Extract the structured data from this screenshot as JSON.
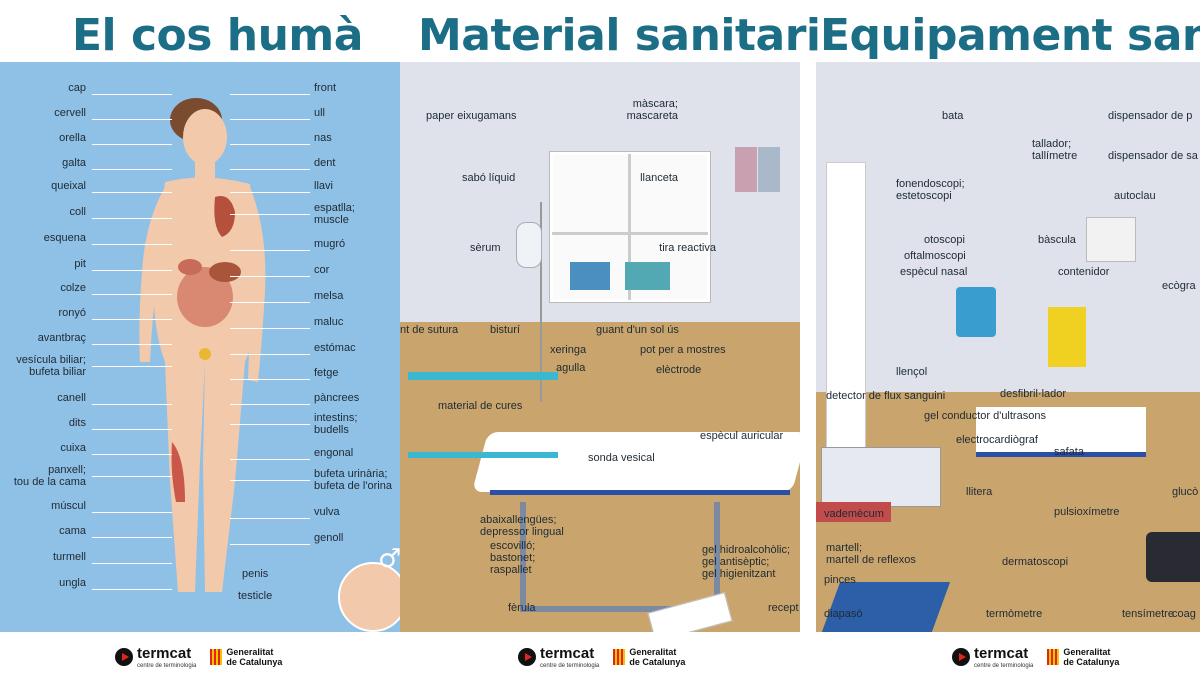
{
  "titles": {
    "body": "El cos humà",
    "material": "Material sanitari",
    "equipment": "Equipament sanit"
  },
  "body_left": [
    "cap",
    "cervell",
    "orella",
    "galta",
    "queixal",
    "coll",
    "esquena",
    "pit",
    "colze",
    "ronyó",
    "avantbraç",
    "vesícula biliar;\nbufeta biliar",
    "canell",
    "dits",
    "cuixa",
    "panxell;\ntou de la cama",
    "múscul",
    "cama",
    "turmell",
    "ungla"
  ],
  "body_right": [
    "front",
    "ull",
    "nas",
    "dent",
    "llavi",
    "espatlla;\nmuscle",
    "mugró",
    "cor",
    "melsa",
    "maluc",
    "estómac",
    "fetge",
    "pàncrees",
    "intestins;\nbudells",
    "engonal",
    "bufeta urinària;\nbufeta de l'orina",
    "vulva",
    "genoll"
  ],
  "body_extra": [
    "penis",
    "testicle"
  ],
  "material": {
    "paper": "paper eixugamans",
    "mascara": "màscara;\nmascareta",
    "sabo": "sabó líquid",
    "llanceta": "llanceta",
    "serum": "sèrum",
    "tira": "tira reactiva",
    "guant": "guant d'un sol ús",
    "sutura": "nt de sutura",
    "bisturi": "bisturí",
    "xeringa": "xeringa",
    "pot": "pot per a mostres",
    "agulla": "agulla",
    "electrode": "elèctrode",
    "cures": "material de cures",
    "especul_aur": "espècul auricular",
    "sonda": "sonda vesical",
    "abaix": "abaixallengües;\ndepressor lingual",
    "escovillo": "escovilló;\nbastonet;\nraspallet",
    "gel": "gel hidroalcohòlic;\ngel antisèptic;\ngel higienitzant",
    "ferula": "fèrula",
    "recept": "recept"
  },
  "equip": {
    "bata": "bata",
    "dispensador1": "dispensador de p",
    "tallador": "tallador;\ntallímetre",
    "dispensador2": "dispensador de sa",
    "fonendo": "fonendoscopi;\nestetoscopi",
    "autoclau": "autoclau",
    "otoscopi": "otoscopi",
    "oftal": "oftalmoscopi",
    "especul_nas": "espècul nasal",
    "bascula": "bàscula",
    "contenidor": "contenidor",
    "ecograf": "ecògra",
    "llencol": "llençol",
    "detector": "detector de flux sanguini",
    "desfib": "desfibril·lador",
    "gelcond": "gel conductor d'ultrasons",
    "electrocard": "electrocardiògraf",
    "safata": "safata",
    "llitera": "llitera",
    "glucom": "glucò",
    "vademecum": "vademècum",
    "pulsio": "pulsioxímetre",
    "martell": "martell;\nmartell de reflexos",
    "dermato": "dermatoscopi",
    "pinces": "pinces",
    "diapaso": "diapasó",
    "termometre": "termòmetre",
    "tensimetre": "tensímetre",
    "coag": "coag"
  },
  "footer": {
    "termcat": "termcat",
    "termcat_sub": "centre de terminologia",
    "gen1": "Generalitat",
    "gen2": "de Catalunya"
  },
  "colors": {
    "title": "#1c6d86",
    "body_bg": "#8fc0e6",
    "room_bg": "#dfe2ea"
  }
}
